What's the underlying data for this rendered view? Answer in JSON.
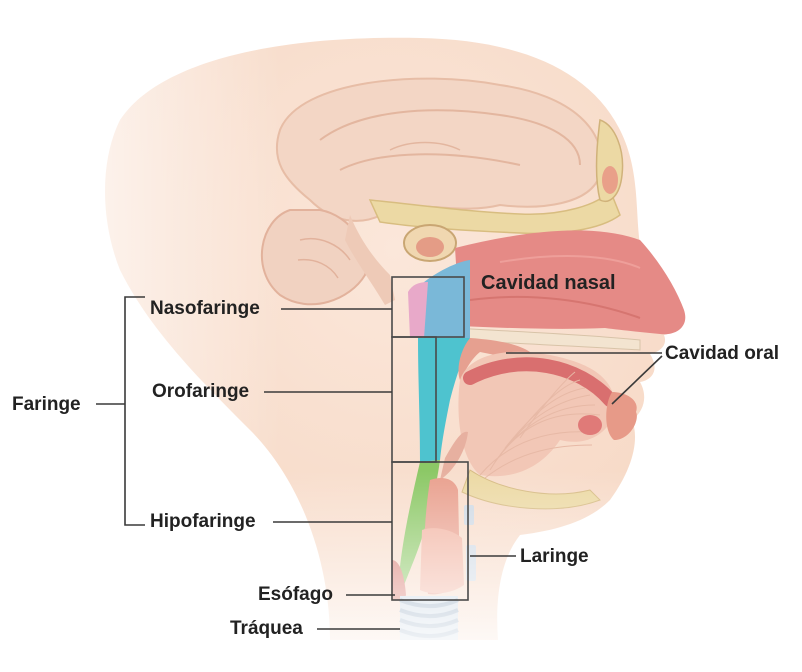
{
  "labels": {
    "cavidad_nasal": "Cavidad nasal",
    "nasofaringe": "Nasofaringe",
    "cavidad_oral": "Cavidad oral",
    "faringe": "Faringe",
    "orofaringe": "Orofaringe",
    "hipofaringe": "Hipofaringe",
    "laringe": "Laringe",
    "esofago": "Esófago",
    "traquea": "Tráquea"
  },
  "colors": {
    "skin": "#f7dccb",
    "brain": "#f0cdb8",
    "nasal": "#e58a86",
    "nasopharynx": "#7ab8d8",
    "oropharynx": "#4ec3cf",
    "hypopharynx": "#8cc866",
    "larynx": "#e9a08e",
    "trachea": "#9bb3c9",
    "bone": "#ecd9a4",
    "leader": "#3a3a3a"
  }
}
